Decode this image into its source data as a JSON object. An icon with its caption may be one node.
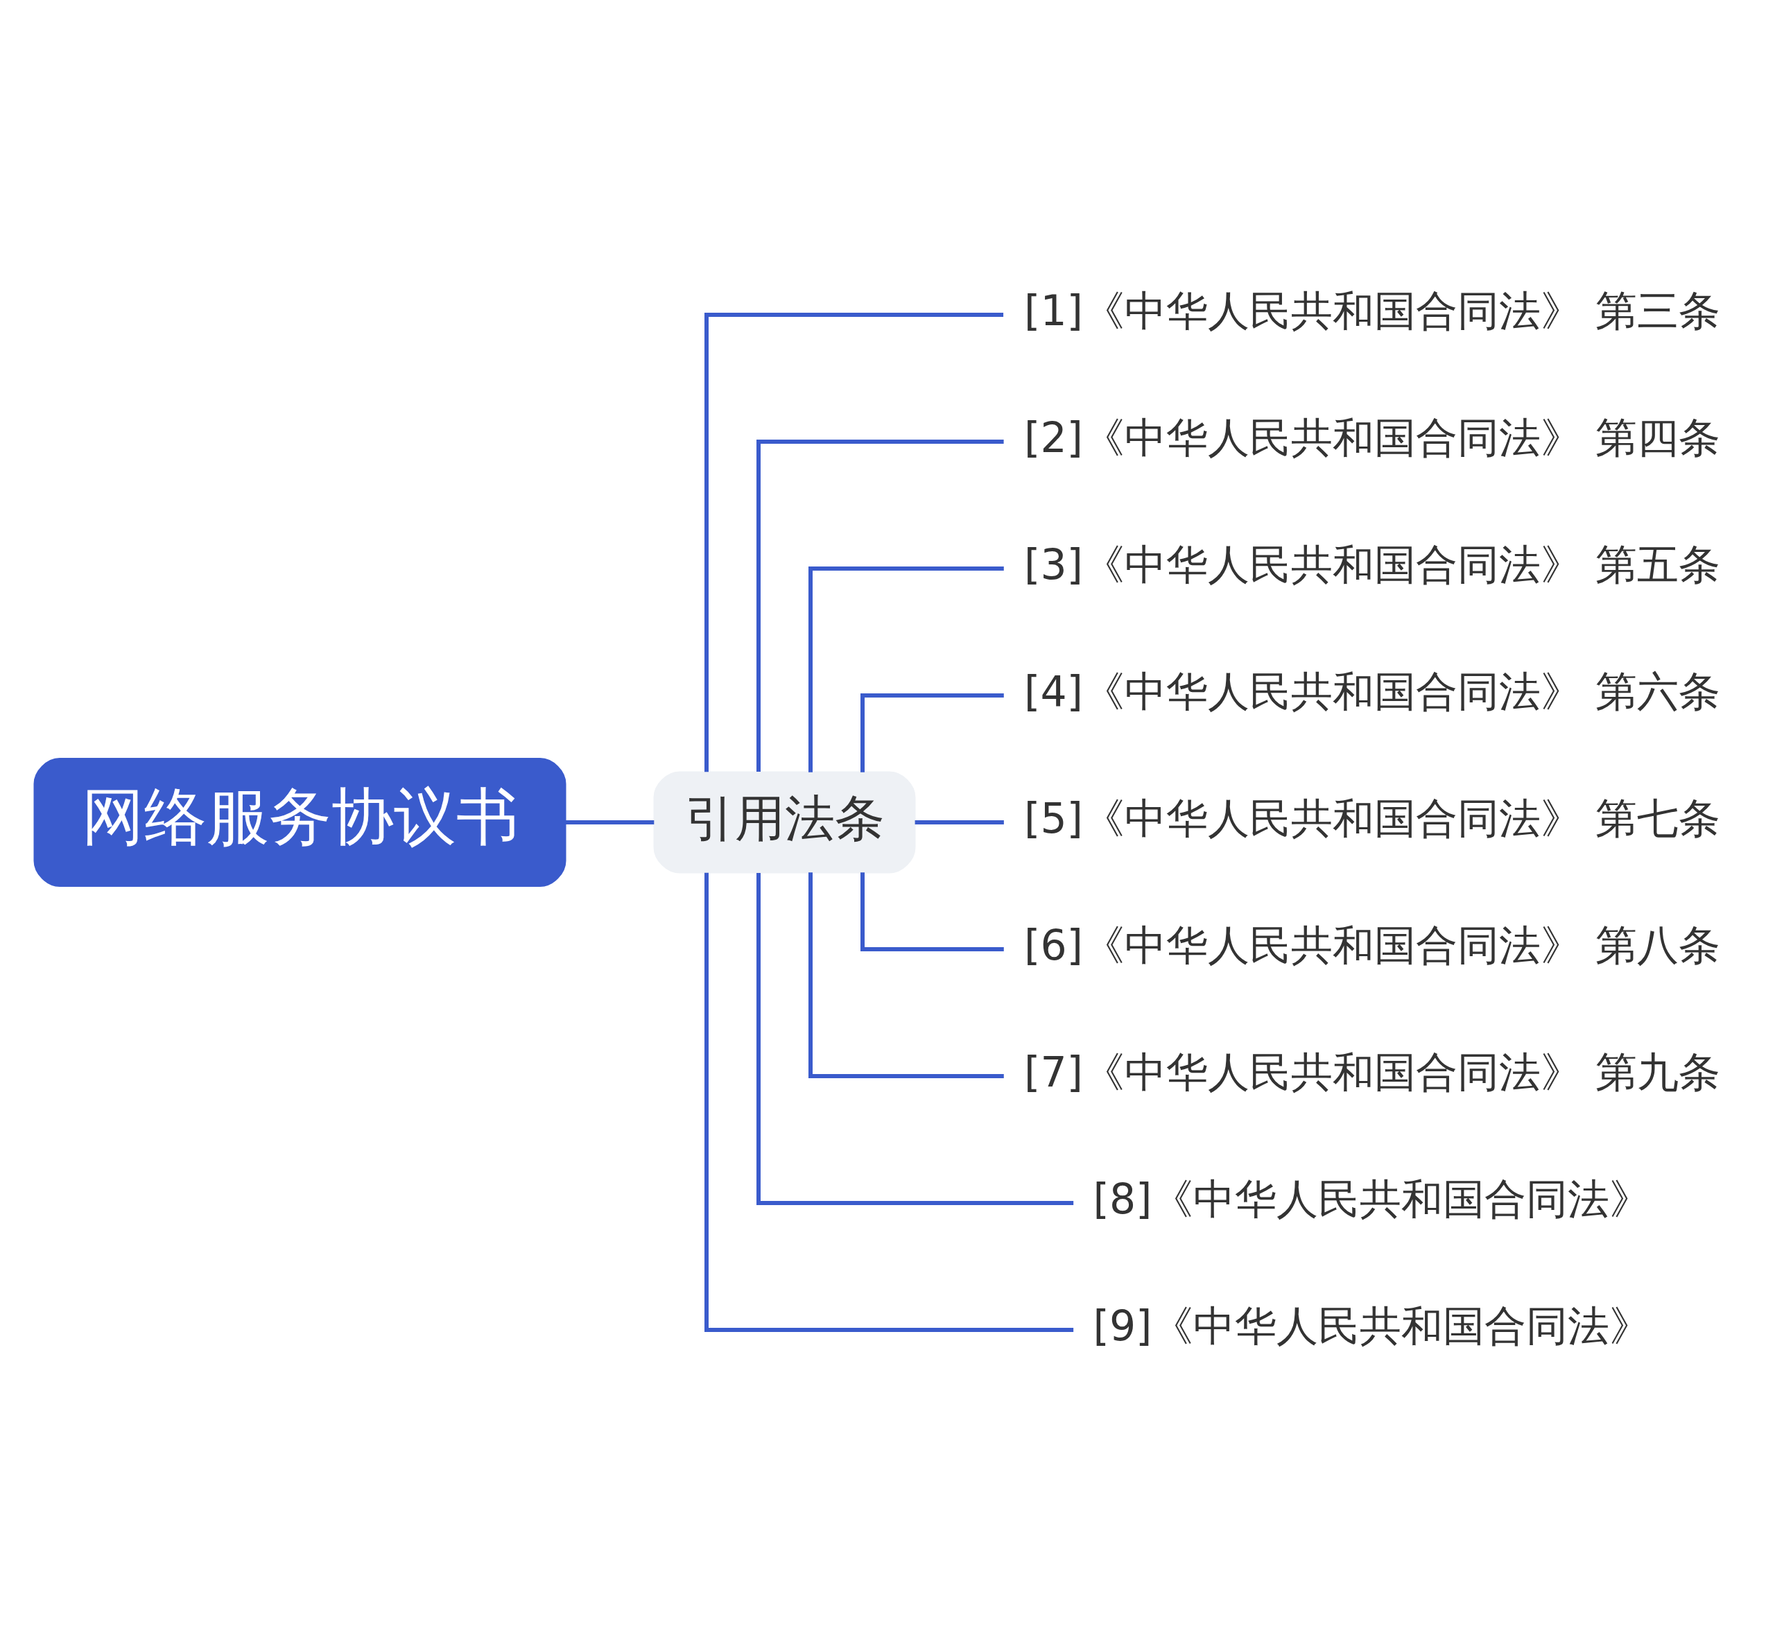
{
  "diagram": {
    "nodes": [
      {
        "text": [
          "网络服务协议书"
        ]
      },
      {
        "text": [
          "引用法条"
        ]
      },
      {
        "text": [
          "[1]《中华人民共和国合同法》 第三条"
        ]
      },
      {
        "text": [
          "[2]《中华人民共和国合同法》 第四条"
        ]
      },
      {
        "text": [
          "[3]《中华人民共和国合同法》 第五条"
        ]
      },
      {
        "text": [
          "[4]《中华人民共和国合同法》 第六条"
        ]
      },
      {
        "text": [
          "[5]《中华人民共和国合同法》 第七条"
        ]
      },
      {
        "text": [
          "[6]《中华人民共和国合同法》 第八条"
        ]
      },
      {
        "text": [
          "[7]《中华人民共和国合同法》 第九条"
        ]
      },
      {
        "text": [
          "[8]《中华人民共和国合同法》"
        ]
      },
      {
        "text": [
          "[9]《中华人民共和国合同法》"
        ]
      }
    ],
    "edges": [
      {
        "from": 0,
        "to": 1,
        "arrow": "none"
      },
      {
        "from": 1,
        "to": 2,
        "arrow": "none"
      },
      {
        "from": 1,
        "to": 3,
        "arrow": "none"
      },
      {
        "from": 1,
        "to": 4,
        "arrow": "none"
      },
      {
        "from": 1,
        "to": 5,
        "arrow": "none"
      },
      {
        "from": 1,
        "to": 6,
        "arrow": "none"
      },
      {
        "from": 1,
        "to": 7,
        "arrow": "none"
      },
      {
        "from": 1,
        "to": 8,
        "arrow": "none"
      },
      {
        "from": 1,
        "to": 9,
        "arrow": "none"
      },
      {
        "from": 1,
        "to": 10,
        "arrow": "none"
      }
    ]
  }
}
